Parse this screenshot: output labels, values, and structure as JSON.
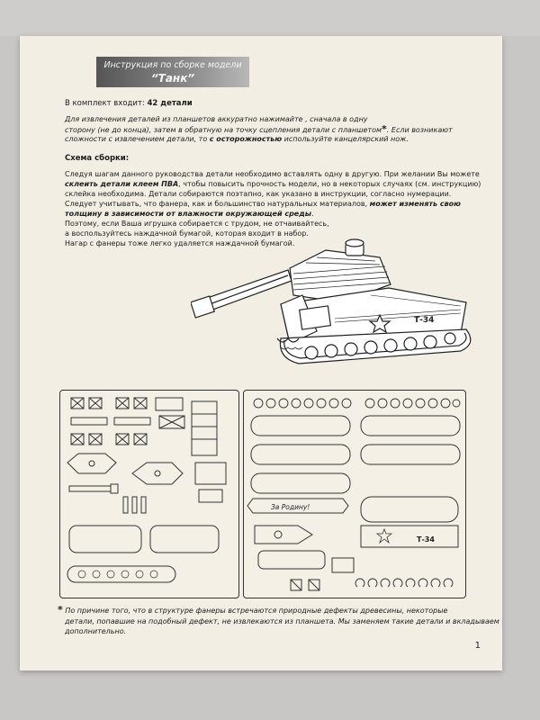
{
  "header": {
    "line1": "Инструкция по сборке модели",
    "line2": "“Танк”"
  },
  "kit": {
    "label": "В комплект входит:",
    "count": "42 детали"
  },
  "intro": {
    "l1": "Для извлечения деталей из планшетов аккуратно нажимайте , сначала в одну",
    "l2": "сторону (не до конца), затем в обратную на точку сцепления детали с планшетом",
    "l2b": ". Если возникают",
    "l3a": "сложности с извлечением детали, то",
    "l3b": "с осторожностью",
    "l3c": "используйте канцелярский нож."
  },
  "scheme_title": "Схема сборки:",
  "body": {
    "l1": "Следуя шагам данного руководства детали необходимо вставлять одну в другую.  При желании Вы можете",
    "l2a": "склеить детали клеем ПВА",
    "l2b": ", чтобы повысить прочность модели, но в некоторых случаях (см. инструкцию)",
    "l3": "склейка необходима. Детали собираются поэтапно, как указано в инструкции, согласно нумерации.",
    "l4a": "Следует учитывать, что фанера, как и большинство натуральных материалов,",
    "l4b": "может изменять свою",
    "l5": "толщину в зависимости от влажности окружающей среды",
    "l5b": ".",
    "l6": "Поэтому, если Ваша игрушка собирается с трудом, не отчаивайтесь,",
    "l7": "а воспользуйтесь наждачной бумагой, которая входит в набор.",
    "l8": "Нагар с фанеры тоже легко удаляется наждачной бумагой."
  },
  "tank_label": "Т-34",
  "sheet_labels": {
    "motto": "За Родину!",
    "model": "Т-34"
  },
  "footnote": {
    "l1": "По причине того, что в структуре фанеры встречаются природные дефекты древесины, некоторые",
    "l2": "детали, попавшие на подобный дефект, не извлекаются из планшета. Мы заменяем такие детали и вкладываем",
    "l3": "дополнительно."
  },
  "page_number": "1",
  "asterisk": "*"
}
